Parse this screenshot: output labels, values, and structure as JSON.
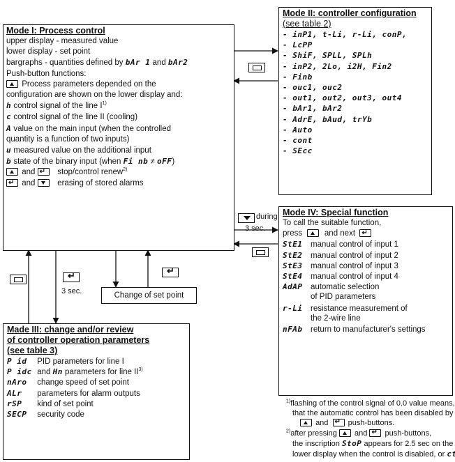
{
  "mode1": {
    "title": "Mode I: Process control",
    "upper": "upper display - measured value",
    "lower": "lower display - set point",
    "bargraphs_pre": "bargraphs - quantities defined by",
    "bar1": "bAr 1",
    "and": "and",
    "bar2": "bAr2",
    "pushbuttons": "Push-button functions:",
    "process_a": "Process parameters depended on the",
    "process_b": "configuration are shown on the lower display and:",
    "h_sym": "h",
    "h_text": "control signal of the line I",
    "h_sup": "1)",
    "c_sym": "c",
    "c_text": "control signal of the line II (cooling)",
    "a_sym": "A",
    "a_text": "value on the main input (when the controlled",
    "a_text2": "quantity is a function of two inputs)",
    "u_sym": "u",
    "u_text": "measured value on the additional input",
    "b_sym": "b",
    "b_text_pre": "state of the binary input (when",
    "b_fin": "Fi nb",
    "b_ne": "≠",
    "b_off": "oFF",
    "b_text_post": ")",
    "stop_and": "and",
    "stop_text": "stop/control renew",
    "stop_sup": "2)",
    "erase_and": "and",
    "erase_text": "erasing of stored alarms"
  },
  "mode2": {
    "title": "Mode II: controller configuration",
    "subtitle": "(see table 2)",
    "items": [
      "- inP1, t-Li, r-Li, conP,",
      "- LcPP",
      "- ShiF, SPLL, SPLh",
      "- inP2, 2Lo, i2H, Fin2",
      "- Finb",
      "- ouc1, ouc2",
      "- out1, out2, out3, out4",
      "- bAr1, bAr2",
      "- AdrE, bAud, trYb",
      "- Auto",
      "- cont",
      "- SEcc"
    ]
  },
  "mode3": {
    "title1": "Made III: change and/or review",
    "title2": "of controller operation parameters",
    "subtitle": "(see table 3)",
    "rows": [
      {
        "code": "P id",
        "text": "PID parameters for line I"
      },
      {
        "code": "P idc",
        "text": "and",
        "code2": "Hn",
        "text2": "parameters for line II",
        "sup": "3)"
      },
      {
        "code": "nAro",
        "text": "change speed of set point"
      },
      {
        "code": "ALr",
        "text": "parameters for alarm outputs"
      },
      {
        "code": "rSP",
        "text": "kind of set point"
      },
      {
        "code": "SECP",
        "text": "security code"
      }
    ]
  },
  "mode4": {
    "title": "Mode IV: Special function",
    "intro": "To call the suitable function,",
    "press": "press",
    "and_next": "and next",
    "rows": [
      {
        "code": "StE1",
        "text": "manual control of input 1"
      },
      {
        "code": "StE2",
        "text": "manual control of input 2"
      },
      {
        "code": "StE3",
        "text": "manual control of input 3"
      },
      {
        "code": "StE4",
        "text": "manual control of input 4"
      },
      {
        "code": "AdAP",
        "text": "automatic selection"
      },
      {
        "code": "",
        "text": "of PID parameters"
      },
      {
        "code": "r-Li",
        "text": "resistance measurement of"
      },
      {
        "code": "",
        "text": "the 2-wire line"
      },
      {
        "code": "nFAb",
        "text": "return to manufacturer's settings"
      }
    ]
  },
  "setpoint": {
    "label": "Change of set point"
  },
  "arrows": {
    "three_sec_left": "3 sec.",
    "during": "during",
    "three_sec_right": "3 sec."
  },
  "footnotes": {
    "f1_sup": "1)",
    "f1_a": "flashing of the control signal of 0.0 value means,",
    "f1_b": "that the automatic control has been disabled by",
    "f1_c_and": "and",
    "f1_c_post": "push-buttons.",
    "f2_sup": "2)",
    "f2_a_pre": "after pressing",
    "f2_a_and": "and",
    "f2_a_post": "push-buttons,",
    "f2_b_pre": "the inscription",
    "f2_b_code": "StoP",
    "f2_b_post": "appears for 2.5 sec on the",
    "f2_c_pre": "lower display when the control is disabled, or",
    "f2_c_code": "ctrL,"
  }
}
